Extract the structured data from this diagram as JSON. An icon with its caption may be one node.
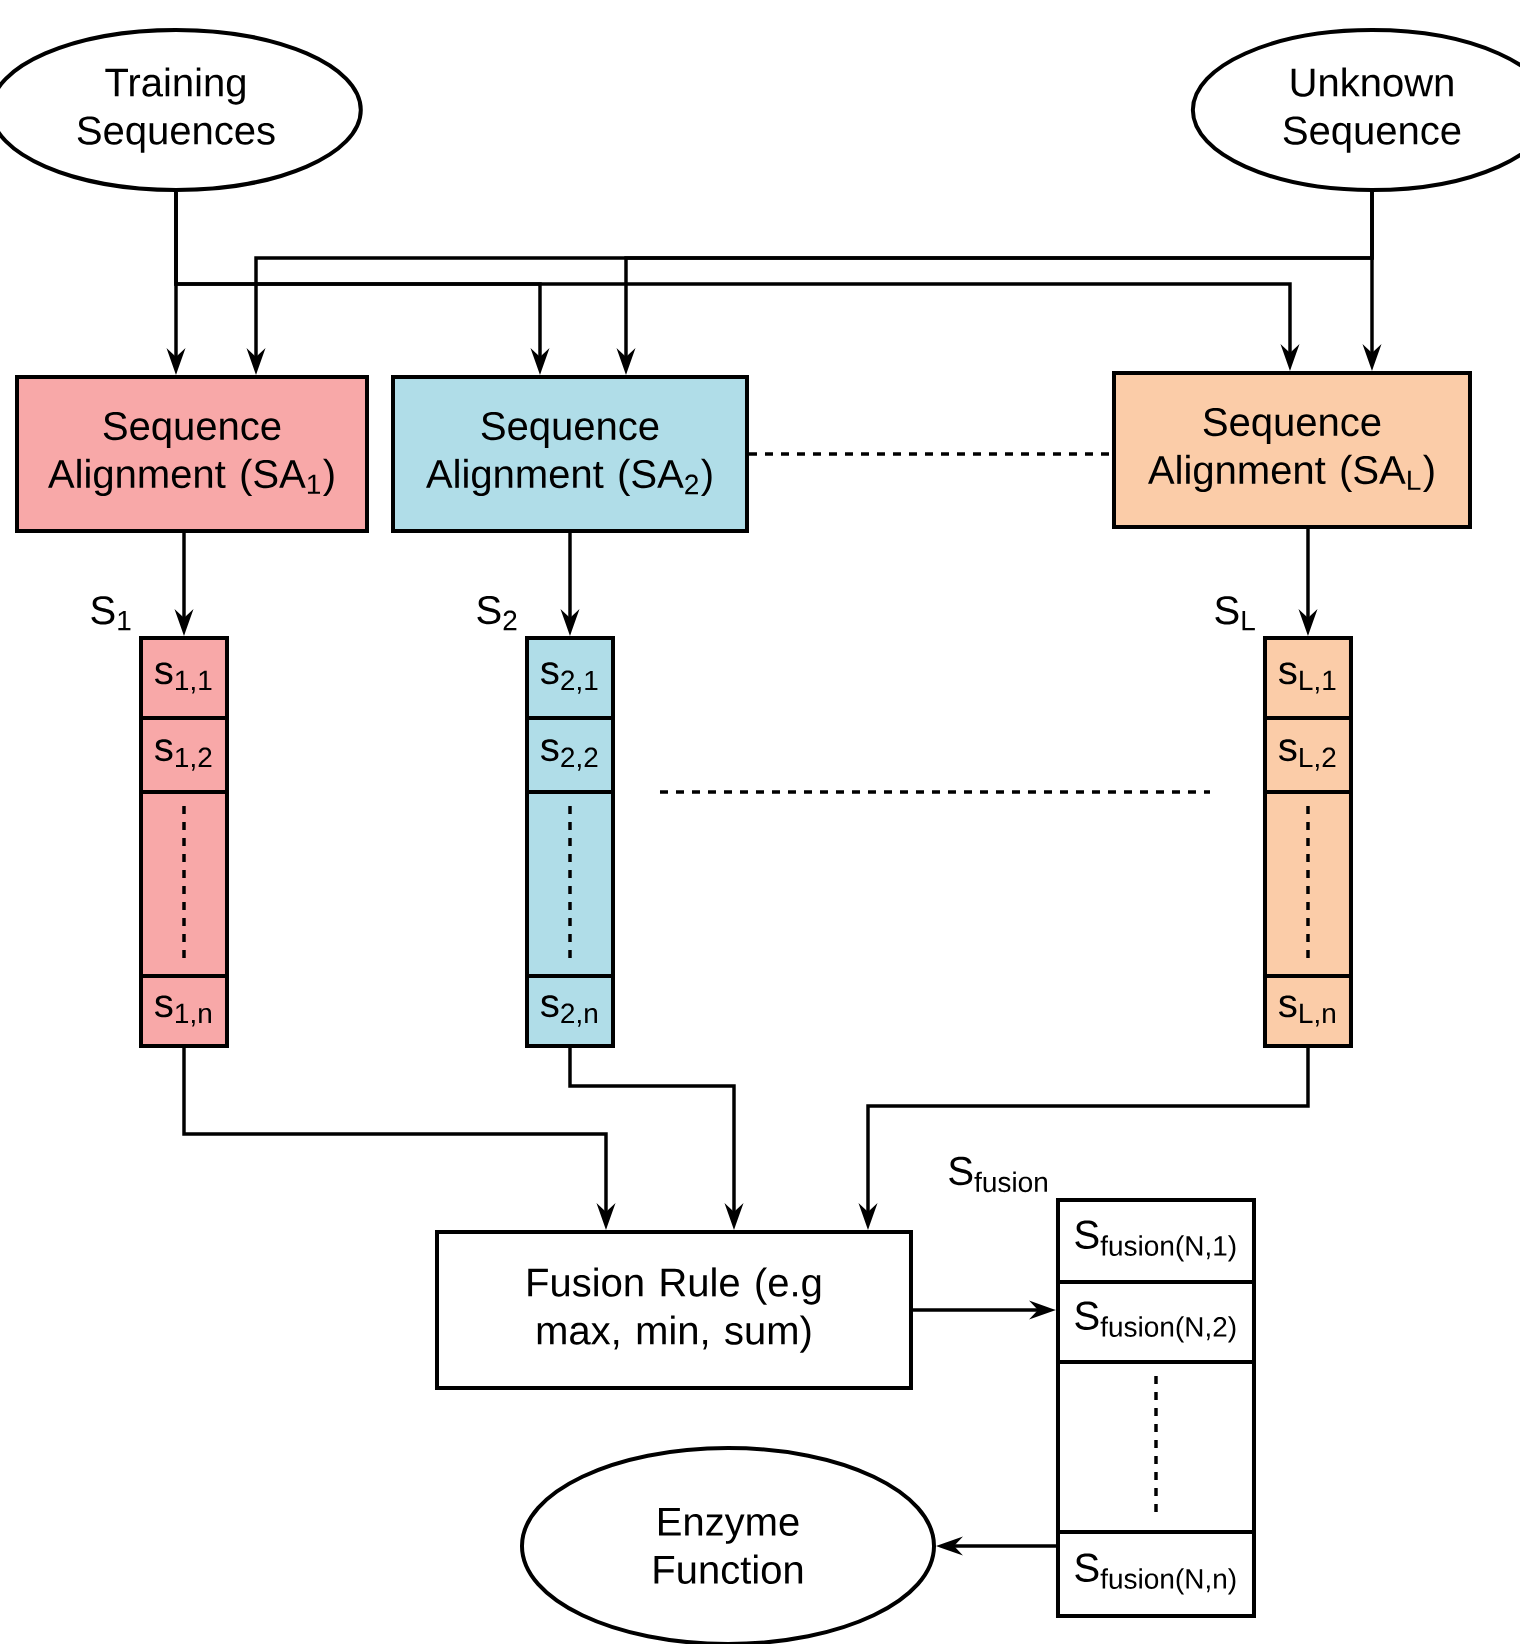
{
  "diagram": {
    "nodes": [
      {
        "text": [
          "Training Sequences"
        ]
      },
      {
        "text": [
          "Unknown Sequence"
        ]
      },
      {
        "text": [
          "Sequence Alignment (SA$_{1}$)"
        ]
      },
      {
        "text": [
          "Sequence Alignment (SA$_{2}$)"
        ]
      },
      {
        "text": [
          "Sequence Alignment (SA$_{L}$)"
        ]
      },
      {
        "text": [],
        "shape": "box",
        "beside": [
          "S$_{1}$"
        ]
      },
      {
        "text": [
          "s$_{1,1}$"
        ],
        "in": 5
      },
      {
        "text": [
          "s$_{1,2}$"
        ],
        "in": 5
      },
      {
        "text": [],
        "shape": "box",
        "in": 5
      },
      {
        "text": [
          "s$_{1,n}$"
        ],
        "in": 5
      },
      {
        "text": [],
        "shape": "box",
        "beside": [
          "S$_{2}$"
        ]
      },
      {
        "text": [
          "s$_{2,1}$"
        ],
        "in": 10
      },
      {
        "text": [
          "s$_{2,2}$"
        ],
        "in": 10
      },
      {
        "text": [],
        "shape": "box",
        "in": 10
      },
      {
        "text": [
          "s$_{2,n}$"
        ],
        "in": 10
      },
      {
        "text": [],
        "shape": "box",
        "beside": [
          "S$_{L}$"
        ]
      },
      {
        "text": [
          "s$_{L,1}$"
        ],
        "in": 15
      },
      {
        "text": [
          "s$_{L,2}$"
        ],
        "in": 15
      },
      {
        "text": [],
        "shape": "box",
        "in": 15
      },
      {
        "text": [
          "s$_{L,n}$"
        ],
        "in": 15
      },
      {
        "text": [
          "Fusion Rule (e.g max, min, sum)"
        ]
      },
      {
        "text": [],
        "shape": "box",
        "beside": [
          "S$_{fusion}$"
        ]
      },
      {
        "text": [
          "S$_{fusion(N,1)}$"
        ],
        "in": 21
      },
      {
        "text": [
          "S$_{fusion(N,2)}$"
        ],
        "in": 21
      },
      {
        "text": [],
        "shape": "box",
        "in": 21
      },
      {
        "text": [
          "S$_{fusion(N,n)}$"
        ],
        "in": 21
      },
      {
        "text": [
          "Enzyme Function"
        ]
      }
    ],
    "edges": [
      {
        "from": 0,
        "to": 2,
        "arrow": "to"
      },
      {
        "from": 0,
        "to": 3,
        "arrow": "to"
      },
      {
        "from": 0,
        "to": 4,
        "arrow": "to"
      },
      {
        "from": 1,
        "to": 2,
        "arrow": "to"
      },
      {
        "from": 1,
        "to": 3,
        "arrow": "to"
      },
      {
        "from": 1,
        "to": 4,
        "arrow": "to"
      },
      {
        "from": 2,
        "to": 5,
        "arrow": "to"
      },
      {
        "from": 3,
        "to": 10,
        "arrow": "to"
      },
      {
        "from": 4,
        "to": 15,
        "arrow": "to"
      },
      {
        "from": 3,
        "to": 4,
        "arrow": "none",
        "style": "dashed"
      },
      {
        "from": 9,
        "to": 20,
        "arrow": "to"
      },
      {
        "from": 14,
        "to": 20,
        "arrow": "to"
      },
      {
        "from": 19,
        "to": 20,
        "arrow": "to"
      },
      {
        "from": 20,
        "to": 23,
        "arrow": "to"
      },
      {
        "from": 25,
        "to": 26,
        "arrow": "to"
      }
    ]
  }
}
